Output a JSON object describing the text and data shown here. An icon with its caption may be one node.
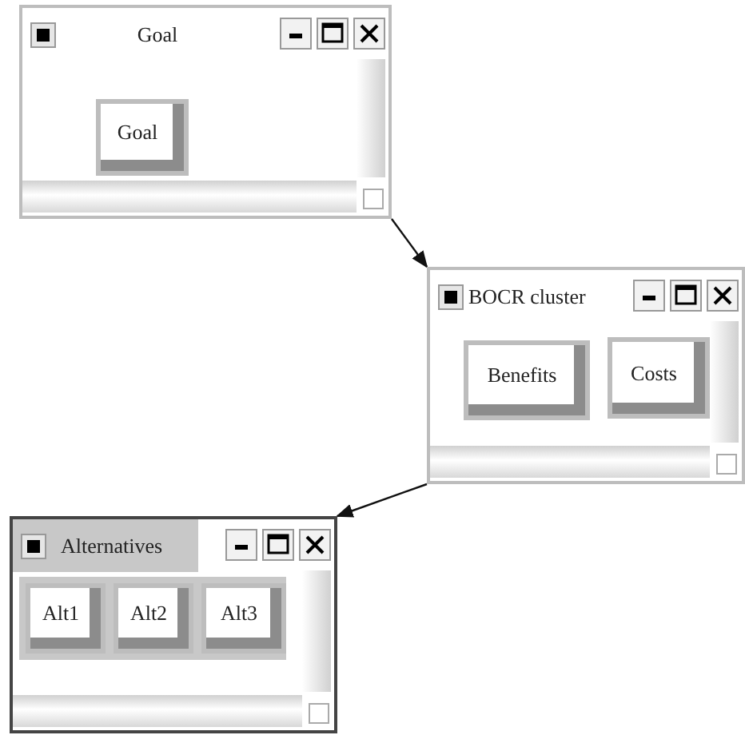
{
  "diagram": {
    "nodes": [
      {
        "text": [
          "Goal"
        ]
      },
      {
        "text": [
          "Goal"
        ],
        "in": 0
      },
      {
        "text": [
          "BOCR cluster"
        ]
      },
      {
        "text": [
          "Benefits"
        ],
        "in": 2
      },
      {
        "text": [
          "Costs"
        ],
        "in": 2
      },
      {
        "text": [
          "Alternatives"
        ]
      },
      {
        "text": [
          "Alt1"
        ],
        "in": 5
      },
      {
        "text": [
          "Alt2"
        ],
        "in": 5
      },
      {
        "text": [
          "Alt3"
        ],
        "in": 5
      }
    ],
    "edges": [
      {
        "from": 0,
        "to": 2,
        "arrow": "to"
      },
      {
        "from": 2,
        "to": 5,
        "arrow": "to"
      }
    ]
  }
}
